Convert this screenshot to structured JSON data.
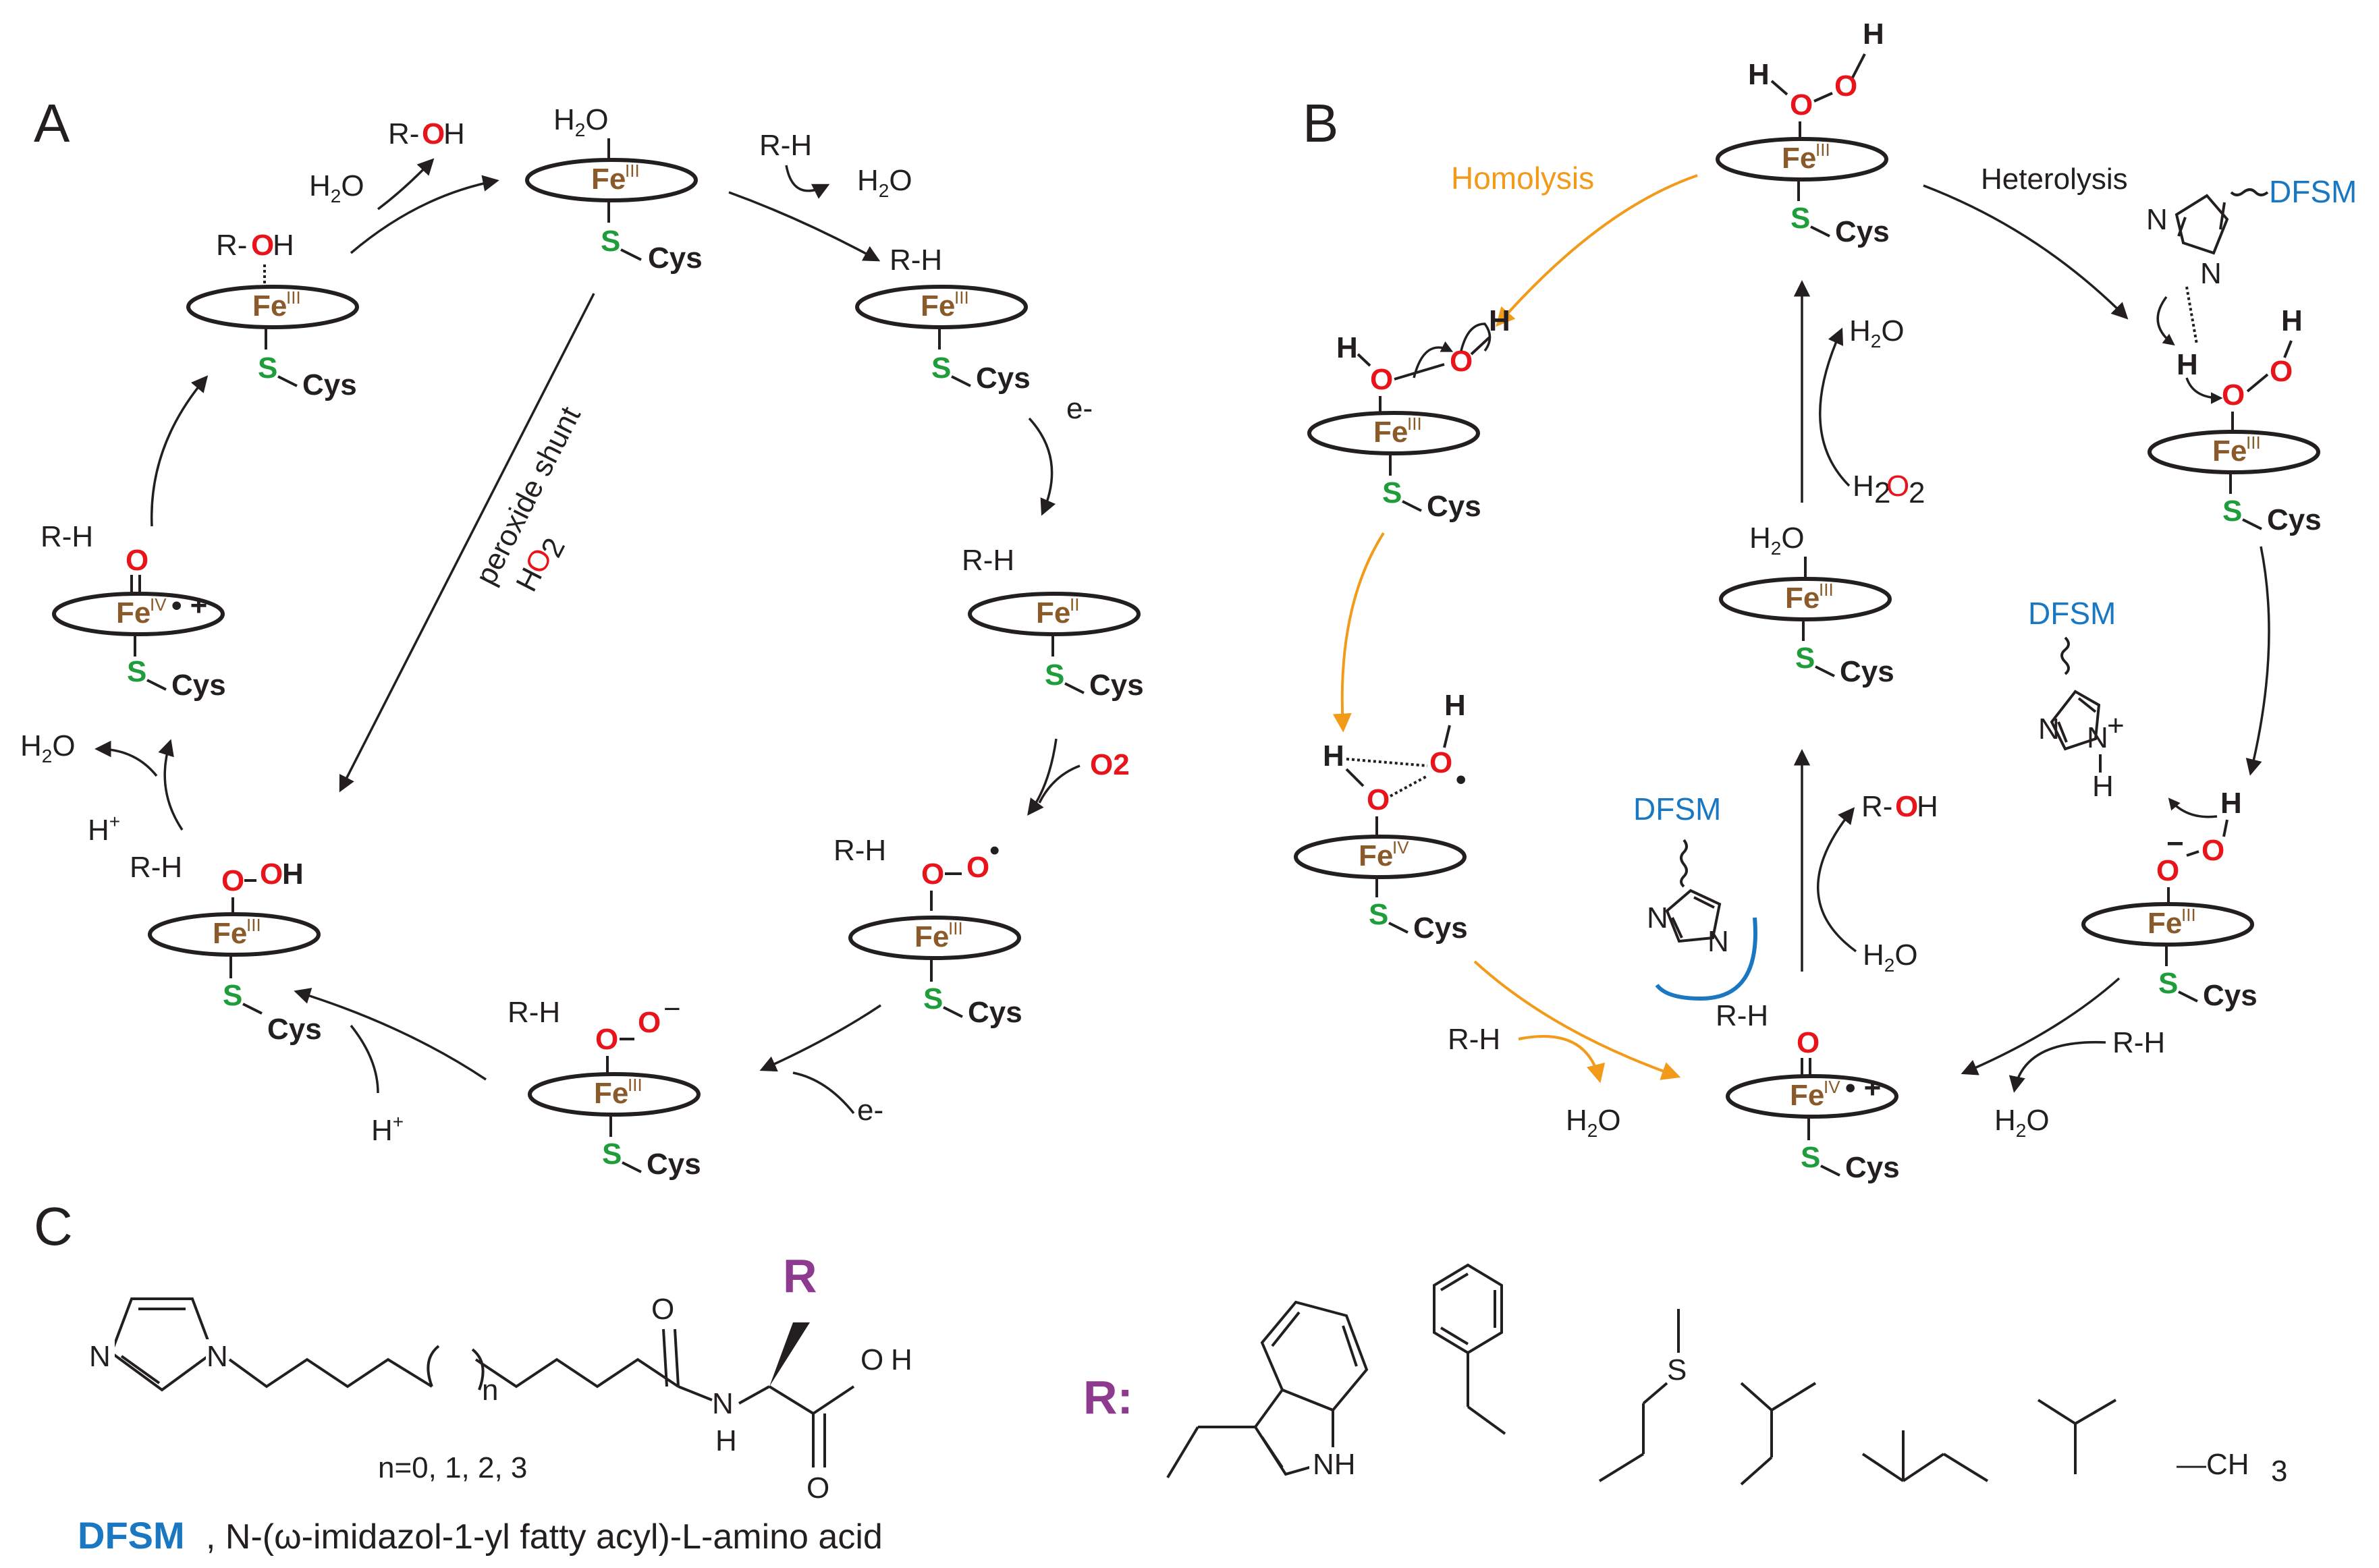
{
  "panels": {
    "a": "A",
    "b": "B",
    "c": "C"
  },
  "labels": {
    "fe": "Fe",
    "ox_III": "III",
    "ox_II": "II",
    "ox_IV": "IV",
    "radical_cation": "• +",
    "cys": "Cys",
    "s": "S",
    "o": "O",
    "h": "H",
    "oh": "OH",
    "rh": "R-H",
    "r_dash": "R-",
    "h2o": "H2O",
    "h2o_h2": "H",
    "h2o_2": "2",
    "h2o_o": "O",
    "h2o2_label_h": "H",
    "h2o2_label_o": "O",
    "h2o2_sub": "2",
    "o2": "O2",
    "e_minus": "e-",
    "e_sup": "-",
    "h_plus": "H",
    "plus_sup": "+",
    "minus": "−",
    "dot": "•",
    "peroxide_shunt": "peroxide shunt",
    "homolysis": "Homolysis",
    "heterolysis": "Heterolysis",
    "dfsm": "DFSM",
    "n": "N",
    "n_plus": "+",
    "n_h": "H",
    "subscript_n": "n",
    "n_values": "n=0, 1, 2, 3",
    "dfsm_full_prefix": "DFSM",
    "dfsm_full_rest": ", N-(ω-imidazol-1-yl fatty acyl)-L-amino acid",
    "r_group_label": "R",
    "r_colon": "R:",
    "nh": "NH",
    "ch3": "—CH",
    "ch3_sub": "3"
  },
  "colors": {
    "iron": "#8b5a2b",
    "oxygen": "#e8141b",
    "sulfur": "#1f9d3a",
    "dfsm": "#1a78c2",
    "homolysis": "#f29a1a",
    "r_group": "#8e3a8e"
  },
  "icons": {
    "heme": "ellipse-ring",
    "arrow": "curved-arrow"
  }
}
